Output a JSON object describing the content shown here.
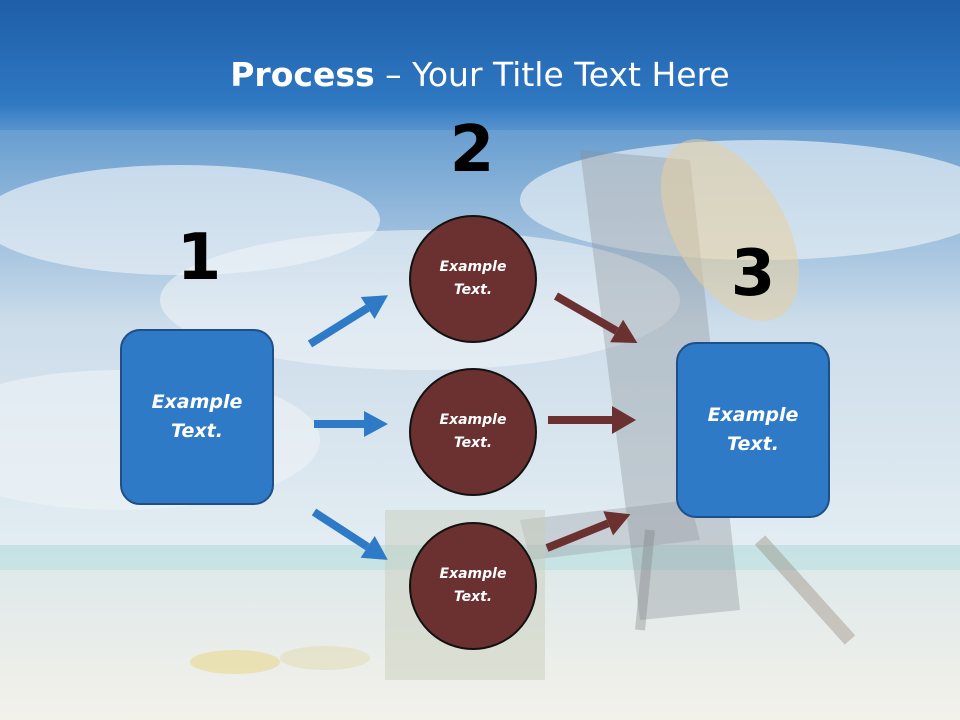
{
  "slide": {
    "title_bold": "Process",
    "title_rest": " – Your Title Text Here",
    "colors": {
      "title_bar": "#2a70b8",
      "box": "#2f7ac7",
      "circle": "#6b3030",
      "arrow_blue": "#2f7ac7",
      "arrow_brown": "#6b3030"
    }
  },
  "steps": {
    "step1_number": "1",
    "step2_number": "2",
    "step3_number": "3"
  },
  "nodes": {
    "box1": "Example\nText.",
    "circle1": "Example\nText.",
    "circle2": "Example\nText.",
    "circle3": "Example\nText.",
    "box3": "Example\nText."
  }
}
